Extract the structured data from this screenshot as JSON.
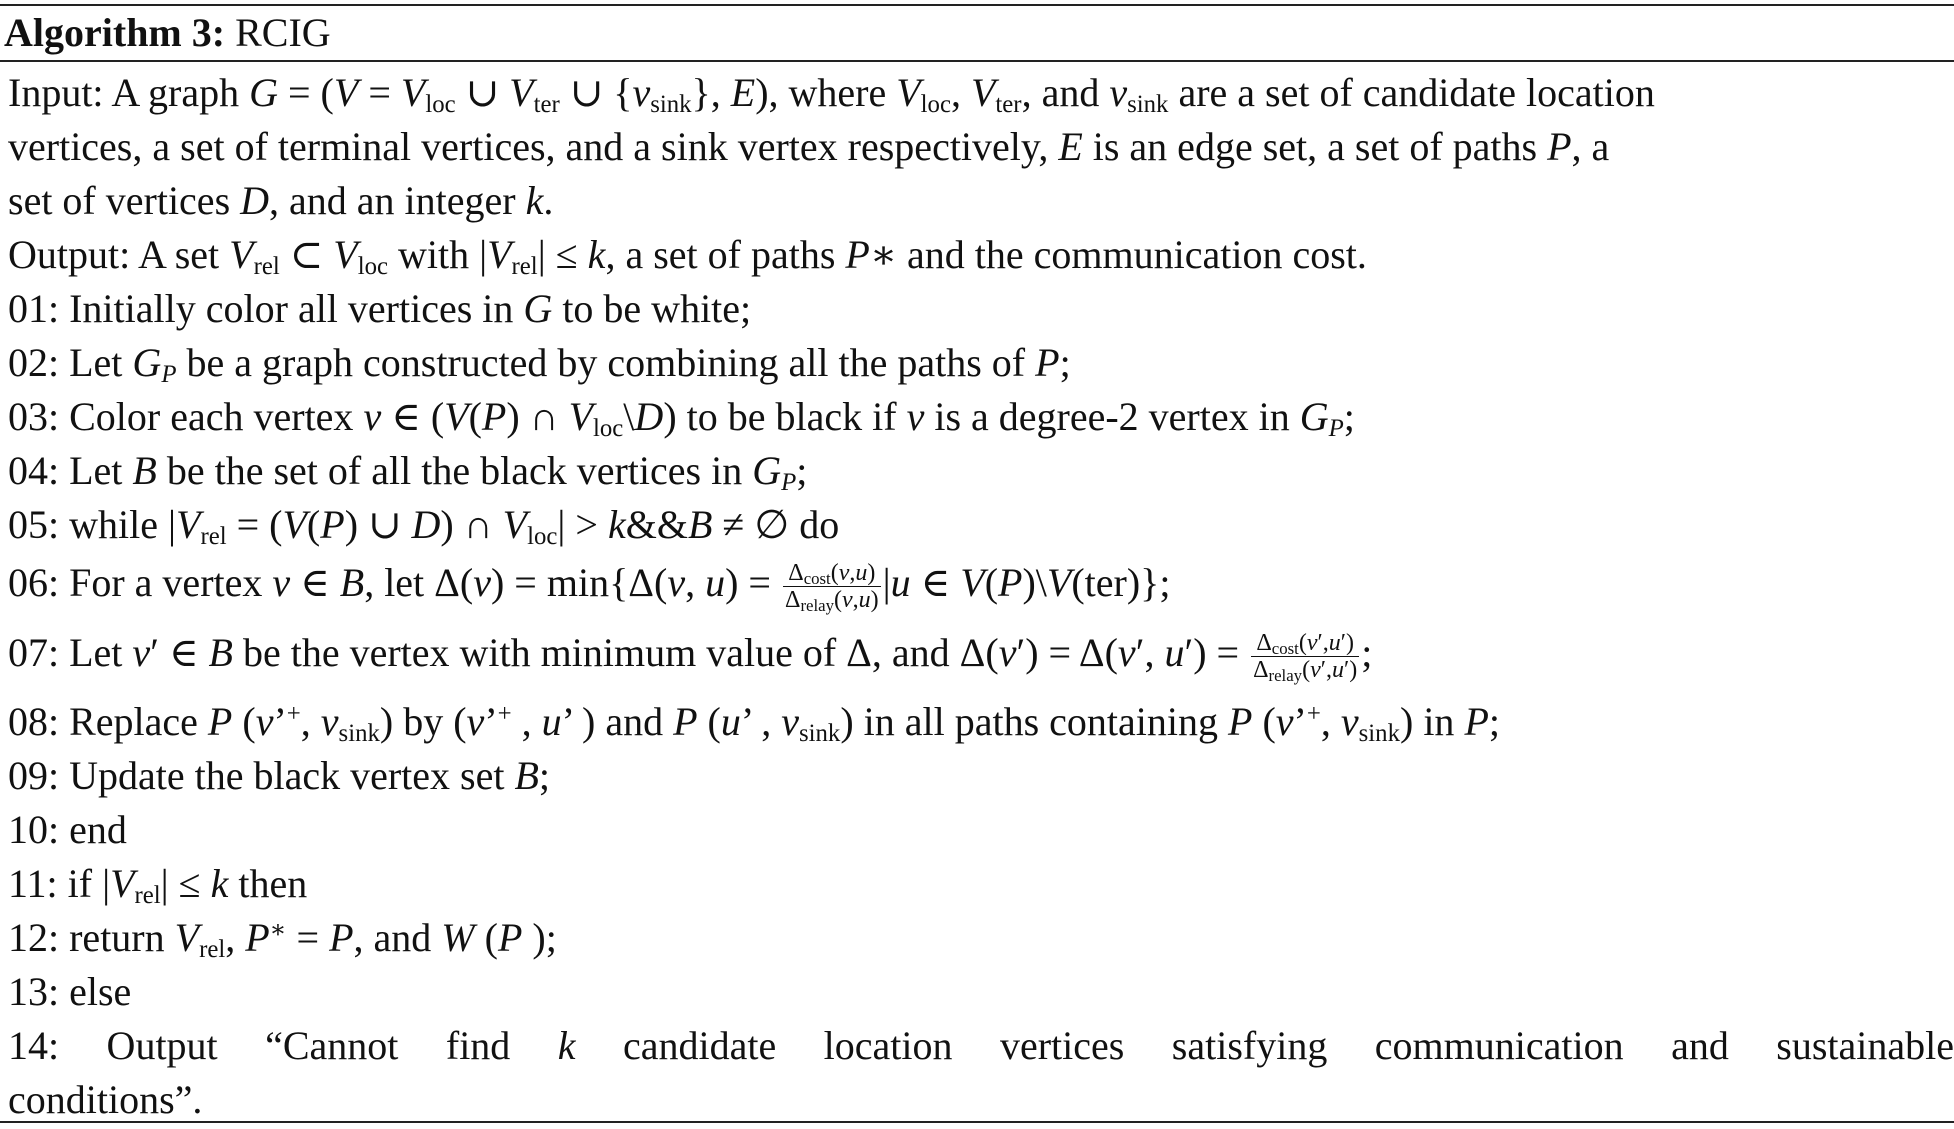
{
  "title": {
    "label": "Algorithm 3:",
    "name": "RCIG"
  },
  "input": {
    "l1a": "Input: A graph ",
    "l1b": ", where ",
    "l1c": ", and ",
    "l1d": " are a set of candidate location",
    "l2a": "vertices, a set of terminal vertices, and a sink vertex respectively, ",
    "l2b": " is an edge set, a set of paths ",
    "l2c": ", a",
    "l3a": "set of vertices ",
    "l3b": ", and an integer ",
    "l3c": "."
  },
  "output": {
    "a": "Output: A set ",
    "b": " with |",
    "c": "| ≤ ",
    "d": ", a set of paths ",
    "e": " and the communication cost."
  },
  "steps": {
    "s01": "01: Initially color all vertices in ",
    "s01b": " to be white;",
    "s02": "02: Let ",
    "s02b": " be a graph constructed by combining all the paths of ",
    "s02c": ";",
    "s03": "03: Color each vertex ",
    "s03b": " to be black if ",
    "s03c": " is a degree-2 vertex in ",
    "s03d": ";",
    "s04": "04: Let ",
    "s04b": " be the set of all the black vertices in ",
    "s04c": ";",
    "s05": "05: while |",
    "s05b": " do",
    "s06": "06:   For a vertex ",
    "s06b": ", let Δ(",
    "s06c": ") = min{Δ(",
    "s06d": ") = ",
    "s06e": "|",
    "s06f": "};",
    "s07": "07:   Let ",
    "s07b": " be the vertex with minimum value of Δ, and Δ(",
    "s07c": ") = Δ(",
    "s07d": ") = ",
    "s07e": ";",
    "s08": "08:   Replace ",
    "s08b": " by ",
    "s08c": " and ",
    "s08d": " in all paths containing ",
    "s08e": " in ",
    "s08f": ";",
    "s09": "09:   Update the black vertex set ",
    "s09b": ";",
    "s10": "10: end",
    "s11": "11: if |",
    "s11b": "| ≤ ",
    "s11c": " then",
    "s12": "12:   return ",
    "s12b": ", and ",
    "s12c": ";",
    "s13": "13: else",
    "s14a": "14:   Output “Cannot find ",
    "s14b": " candidate location vertices satisfying communication and sustainable",
    "s14c": "conditions”."
  },
  "math": {
    "cost": "cost",
    "relay": "relay"
  }
}
